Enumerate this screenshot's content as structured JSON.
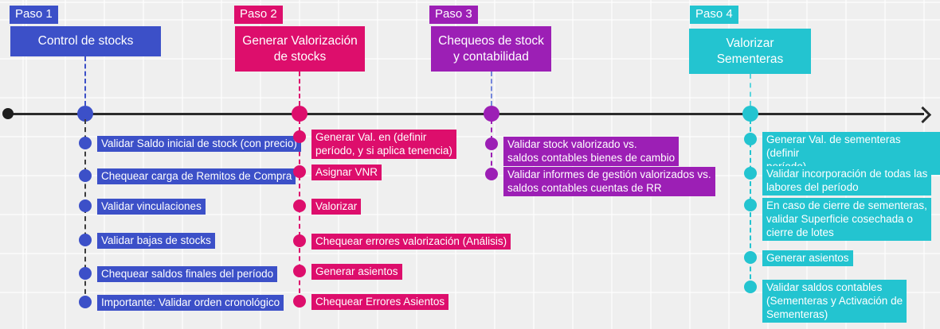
{
  "diagram": {
    "type": "timeline",
    "orientation": "horizontal"
  },
  "colors": {
    "step1": "#3c50c8",
    "step2": "#dd0e6c",
    "step3": "#9c1fb5",
    "step4": "#23c4d0",
    "axis": "#2b2b2b",
    "background": "#efefef"
  },
  "steps": [
    {
      "paso": "Paso 1",
      "title": "Control de stocks",
      "items": [
        {
          "text": "Validar Saldo inicial de stock (con precio)"
        },
        {
          "text": "Chequear carga de Remitos de Compra"
        },
        {
          "text": "Validar vinculaciones"
        },
        {
          "text": "Validar bajas de stocks"
        },
        {
          "text": "Chequear saldos finales del período"
        },
        {
          "text": "Importante: Validar orden cronológico"
        }
      ]
    },
    {
      "paso": "Paso 2",
      "title": "Generar Valorización\nde stocks",
      "items": [
        {
          "text": "Generar Val. en (definir\nperíodo, y si aplica tenencia)"
        },
        {
          "text": "Asignar VNR"
        },
        {
          "text": "Valorizar"
        },
        {
          "text": "Chequear errores valorización (Análisis)"
        },
        {
          "text": "Generar asientos"
        },
        {
          "text": "Chequear Errores Asientos"
        }
      ]
    },
    {
      "paso": "Paso 3",
      "title": "Chequeos de stock\ny contabilidad",
      "items": [
        {
          "text": "Validar stock valorizado vs.\nsaldos contables bienes de cambio"
        },
        {
          "text": "Validar informes de gestión valorizados vs.\nsaldos contables cuentas de RR"
        }
      ]
    },
    {
      "paso": "Paso 4",
      "title": "Valorizar\nSementeras",
      "items": [
        {
          "text": "Generar Val. de sementeras (definir\nperíodo)"
        },
        {
          "text": "Validar incorporación de todas las\nlabores del período"
        },
        {
          "text": "En caso de cierre de sementeras,\nvalidar Superficie cosechada o\ncierre de lotes"
        },
        {
          "text": "Generar asientos"
        },
        {
          "text": "Validar saldos contables\n(Sementeras y Activación de\nSementeras)"
        }
      ]
    }
  ]
}
